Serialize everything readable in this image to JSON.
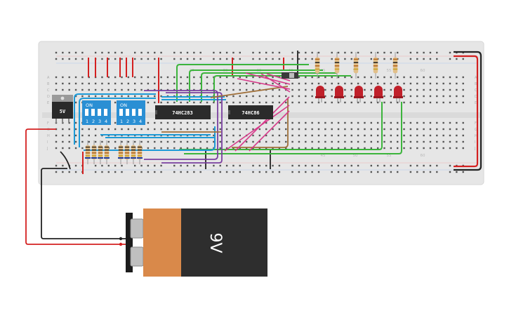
{
  "battery": {
    "label": "9V"
  },
  "regulator": {
    "label": "5V"
  },
  "chips": [
    {
      "label": "74HC283"
    },
    {
      "label": "74HC86"
    }
  ],
  "dip_switches": [
    {
      "on_label": "ON",
      "numbers": [
        "1",
        "2",
        "3",
        "4"
      ]
    },
    {
      "on_label": "ON",
      "numbers": [
        "1",
        "2",
        "3",
        "4"
      ]
    }
  ],
  "column_numbers": [
    "20",
    "30",
    "35",
    "40",
    "45",
    "50",
    "55",
    "60",
    "45",
    "50",
    "55",
    "60"
  ],
  "row_letters_top": [
    "A",
    "B",
    "C",
    "D",
    "E"
  ],
  "row_letters_bottom": [
    "F",
    "G",
    "H",
    "I",
    "J"
  ],
  "led_count": 5,
  "colors": {
    "breadboard": "#e8e8e8",
    "wire_red": "#d42020",
    "wire_black": "#222222",
    "wire_green": "#3cb43c",
    "wire_blue": "#1e9bd7",
    "wire_purple": "#7a3fa0",
    "wire_brown": "#a0703a",
    "wire_pink": "#d63a8a",
    "led": "#c0202a",
    "dip_body": "#2a8fd4",
    "chip_body": "#2b2b2b",
    "battery_orange": "#d9894a",
    "battery_dark": "#2e2e2e"
  }
}
